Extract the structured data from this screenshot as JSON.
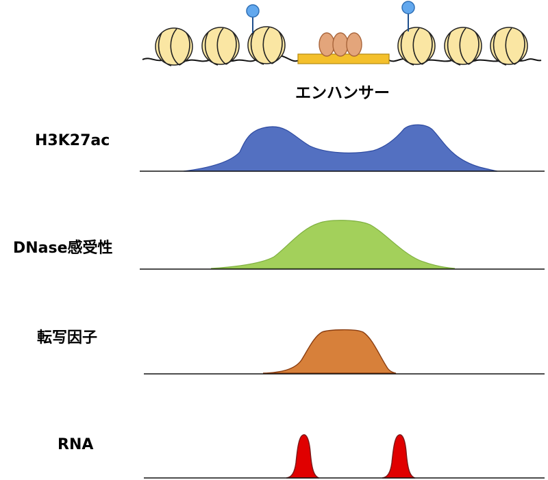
{
  "diagram": {
    "title": "エンハンサー",
    "tracks": [
      {
        "id": "h3k27ac",
        "label": "H3K27ac",
        "color": "#5370c1",
        "stroke": "#2d4aa0"
      },
      {
        "id": "dnase",
        "label": "DNase感受性",
        "color": "#a3d05b",
        "stroke": "#7fb040"
      },
      {
        "id": "tf",
        "label": "転写因子",
        "color": "#d7803a",
        "stroke": "#8a3d10"
      },
      {
        "id": "rna",
        "label": "RNA",
        "color": "#e00000",
        "stroke": "#7a1a1a"
      }
    ],
    "nucleosome_color": "#fae6a3",
    "enhancer_bar_color": "#f4c02c",
    "tf_protein_color": "#e3a57b",
    "acetyl_mark_color": "#62a8ee"
  }
}
